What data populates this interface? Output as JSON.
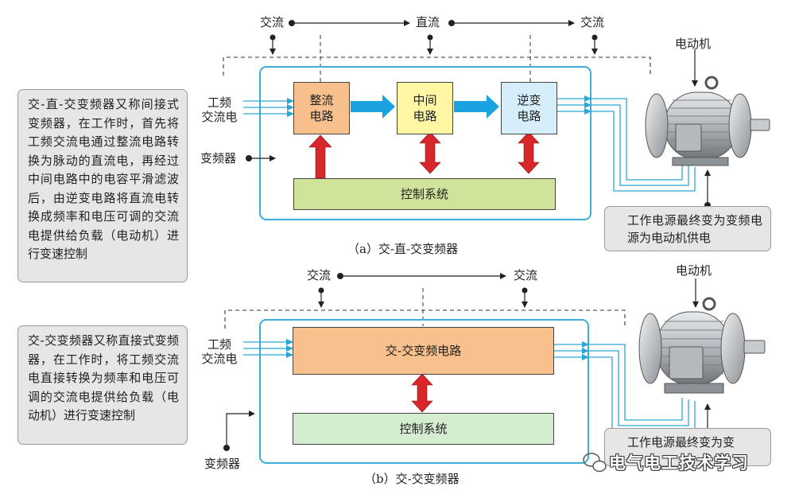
{
  "diagram_a": {
    "top_left": "交流",
    "top_mid": "直流",
    "top_right": "交流",
    "input_label": "工频\n交流电",
    "converter_label": "变频器",
    "rectifier": "整流\n电路",
    "intermediate": "中间\n电路",
    "inverter": "逆变\n电路",
    "control": "控制系统",
    "motor_label": "电动机",
    "output_note": "工作电源最终变为变频电源为电动机供电",
    "caption": "（a）交-直-交变频器",
    "side_note": "交-直-交变频器又称间接式变频器，在工作时，首先将工频交流电通过整流电路转换为脉动的直流电，再经过中间电路中的电容平滑滤波后，由逆变电路将直流电转换成频率和电压可调的交流电提供给负载（电动机）进行变速控制"
  },
  "diagram_b": {
    "top_left": "交流",
    "top_right": "交流",
    "input_label": "工频\n交流电",
    "converter_label": "变频器",
    "ac_ac_circuit": "交-交变频电路",
    "control": "控制系统",
    "motor_label": "电动机",
    "output_note": "工作电源最终变为变",
    "caption": "（b）交-交变频器",
    "side_note": "交-交变频器又称直接式变频器，在工作时，将工频交流电直接转换为频率和电压可调的交流电提供给负载（电动机）进行变速控制"
  },
  "watermark": "电气电工技术学习",
  "colors": {
    "signal_line": "#2aa6d8",
    "big_arrow": "#1aa3e0",
    "control_arrow": "#d8262b",
    "frame": "#3ab0d8"
  }
}
